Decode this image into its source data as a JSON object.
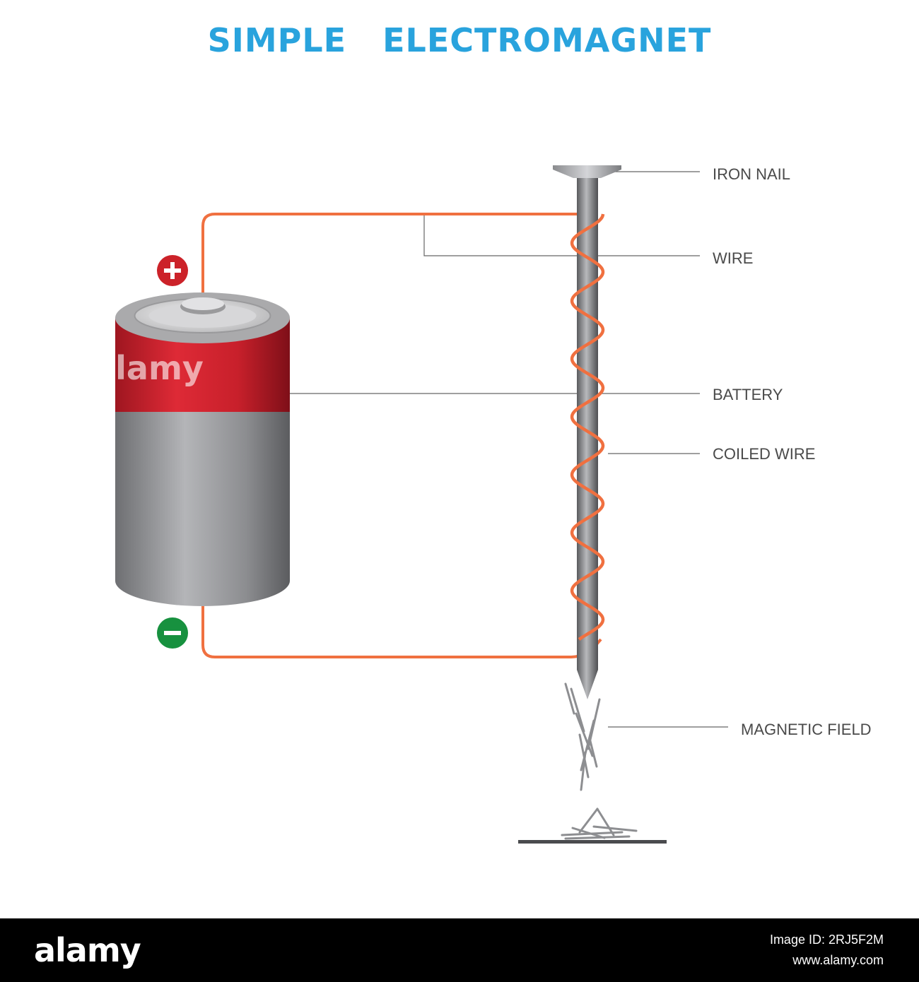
{
  "title": "SIMPLE   ELECTROMAGNET",
  "labels": {
    "iron_nail": "IRON NAIL",
    "wire": "WIRE",
    "battery": "BATTERY",
    "coiled_wire": "COILED WIRE",
    "magnetic_field": "MAGNETIC FIELD"
  },
  "terminals": {
    "positive": "+",
    "negative": "−"
  },
  "watermark": "alamy",
  "footer": {
    "logo": "alamy",
    "image_id": "Image ID: 2RJ5F2M",
    "site": "www.alamy.com"
  },
  "colors": {
    "title": "#29a3dd",
    "wire": "#f07040",
    "battery_top": "#d8202c",
    "battery_body": "#8f9093",
    "positive_badge": "#cc2229",
    "negative_badge": "#17913f",
    "nail": "#7d7f82"
  }
}
